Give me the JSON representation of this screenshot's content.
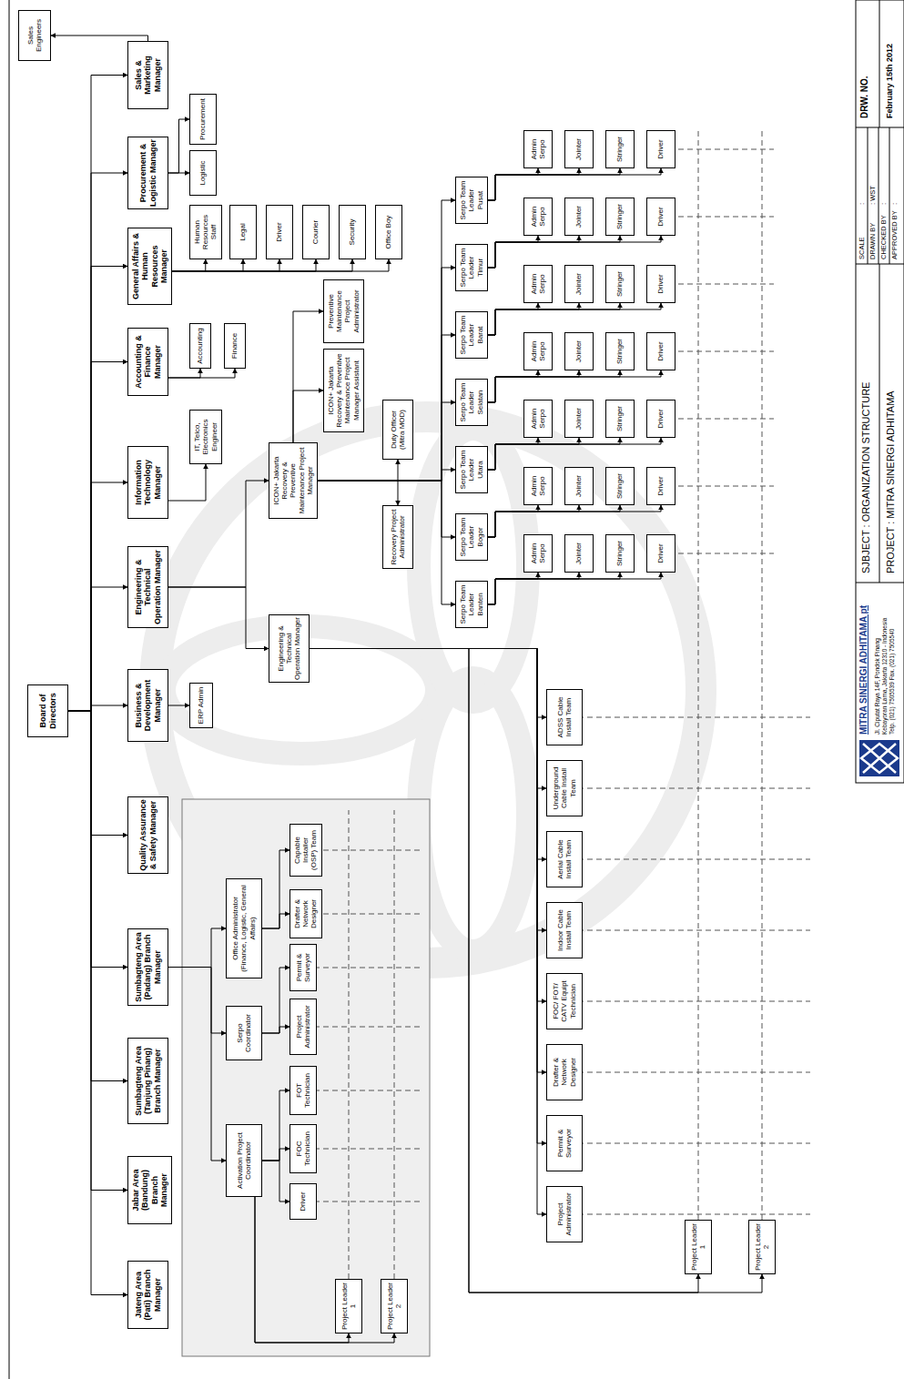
{
  "diagram": {
    "nodes": [
      {
        "text": [
          "Board of Directors"
        ]
      },
      {
        "text": [
          "Jateng Area (Pati) Branch Manager"
        ]
      },
      {
        "text": [
          "Jabar Area (Bandung) Branch Manager"
        ]
      },
      {
        "text": [
          "Sumbagteng Area (Tanjung Pinang) Branch Manager"
        ]
      },
      {
        "text": [
          "Sumbagteng Area (Padang) Branch Manager"
        ]
      },
      {
        "text": [
          "Quality Assurance & Safety Manager"
        ]
      },
      {
        "text": [
          "Business & Development Manager"
        ]
      },
      {
        "text": [
          "Engineering & Technical Operation Manager"
        ]
      },
      {
        "text": [
          "Information Technology Manager"
        ]
      },
      {
        "text": [
          "Accounting & Finance Manager"
        ]
      },
      {
        "text": [
          "General Affairs & Human Resources Manager"
        ]
      },
      {
        "text": [
          "Procurement & Logistic Manager"
        ]
      },
      {
        "text": [
          "Sales & Marketing Manager"
        ]
      },
      {
        "text": [
          "Activation Project Coordinator"
        ]
      },
      {
        "text": [
          "Serpo Coordinator"
        ]
      },
      {
        "text": [
          "Office Administrator (Finance, Logistic, General Affairs)"
        ]
      },
      {
        "text": [
          "Driver"
        ]
      },
      {
        "text": [
          "FOC Technician"
        ]
      },
      {
        "text": [
          "FOT Technician"
        ]
      },
      {
        "text": [
          "Project Administrator"
        ]
      },
      {
        "text": [
          "Permit & Surveyor"
        ]
      },
      {
        "text": [
          "Drafter & Network Designer"
        ]
      },
      {
        "text": [
          "Capable Installer (OSP) Team"
        ]
      },
      {
        "text": [
          "Project Leader 1"
        ]
      },
      {
        "text": [
          "Project Leader 2"
        ]
      },
      {
        "text": [
          "ERP Admin"
        ]
      },
      {
        "text": [
          "ICON+ Jakarta Recovery & Preventive Maintenance Project Manager"
        ]
      },
      {
        "text": [
          "Engineering & Technical Operation Manager"
        ]
      },
      {
        "text": [
          "IT, Telco, Electronics Engineer"
        ]
      },
      {
        "text": [
          "Accounting"
        ]
      },
      {
        "text": [
          "Finance"
        ]
      },
      {
        "text": [
          "Human Resources Staff"
        ]
      },
      {
        "text": [
          "Legal"
        ]
      },
      {
        "text": [
          "Driver"
        ]
      },
      {
        "text": [
          "Courier"
        ]
      },
      {
        "text": [
          "Security"
        ]
      },
      {
        "text": [
          "Office Boy"
        ]
      },
      {
        "text": [
          "Logistic"
        ]
      },
      {
        "text": [
          "Procurement"
        ]
      },
      {
        "text": [
          "Sales Engineers"
        ]
      },
      {
        "text": [
          "Recovery Project Administrator"
        ]
      },
      {
        "text": [
          "Duty Officer (Mitra MOD)"
        ]
      },
      {
        "text": [
          "ICON+ Jakarta Recovery & Preventive Maintenance Project Manager Assistant"
        ]
      },
      {
        "text": [
          "Preventive Maintenance Project Administrator"
        ]
      },
      {
        "text": [
          "Serpo Team Leader Banten"
        ]
      },
      {
        "text": [
          "Serpo Team Leader Bogor"
        ]
      },
      {
        "text": [
          "Serpo Team Leader Utara"
        ]
      },
      {
        "text": [
          "Serpo Team Leader Selatan"
        ]
      },
      {
        "text": [
          "Serpo Team Leader Barat"
        ]
      },
      {
        "text": [
          "Serpo Team Leader Timur"
        ]
      },
      {
        "text": [
          "Serpo Team Leader Pusat"
        ]
      },
      {
        "text": [
          "Admin Serpo"
        ]
      },
      {
        "text": [
          "Jointer"
        ]
      },
      {
        "text": [
          "Stringer"
        ]
      },
      {
        "text": [
          "Driver"
        ]
      },
      {
        "text": [
          "Admin Serpo"
        ]
      },
      {
        "text": [
          "Jointer"
        ]
      },
      {
        "text": [
          "Stringer"
        ]
      },
      {
        "text": [
          "Driver"
        ]
      },
      {
        "text": [
          "Admin Serpo"
        ]
      },
      {
        "text": [
          "Jointer"
        ]
      },
      {
        "text": [
          "Stringer"
        ]
      },
      {
        "text": [
          "Driver"
        ]
      },
      {
        "text": [
          "Admin Serpo"
        ]
      },
      {
        "text": [
          "Jointer"
        ]
      },
      {
        "text": [
          "Stringer"
        ]
      },
      {
        "text": [
          "Driver"
        ]
      },
      {
        "text": [
          "Admin Serpo"
        ]
      },
      {
        "text": [
          "Jointer"
        ]
      },
      {
        "text": [
          "Stringer"
        ]
      },
      {
        "text": [
          "Driver"
        ]
      },
      {
        "text": [
          "Admin Serpo"
        ]
      },
      {
        "text": [
          "Jointer"
        ]
      },
      {
        "text": [
          "Stringer"
        ]
      },
      {
        "text": [
          "Driver"
        ]
      },
      {
        "text": [
          "Admin Serpo"
        ]
      },
      {
        "text": [
          "Jointer"
        ]
      },
      {
        "text": [
          "Stringer"
        ]
      },
      {
        "text": [
          "Driver"
        ]
      },
      {
        "text": [
          "Project Administrator"
        ]
      },
      {
        "text": [
          "Permit & Surveyor"
        ]
      },
      {
        "text": [
          "Drafter & Network Designer"
        ]
      },
      {
        "text": [
          "FOC/ FOT/ CATV Equipt Technician"
        ]
      },
      {
        "text": [
          "Indoor Cable Install Team"
        ]
      },
      {
        "text": [
          "Aerial Cable Install Team"
        ]
      },
      {
        "text": [
          "Underground Cable Install Team"
        ]
      },
      {
        "text": [
          "ADSS Cable Install Team"
        ]
      },
      {
        "text": [
          "Project Leader 1"
        ]
      },
      {
        "text": [
          "Project Leader 2"
        ]
      }
    ],
    "edges": [
      {
        "from": 0,
        "to": 1,
        "arrow": "to"
      },
      {
        "from": 0,
        "to": 2,
        "arrow": "to"
      },
      {
        "from": 0,
        "to": 3,
        "arrow": "to"
      },
      {
        "from": 0,
        "to": 4,
        "arrow": "to"
      },
      {
        "from": 0,
        "to": 5,
        "arrow": "to"
      },
      {
        "from": 0,
        "to": 6,
        "arrow": "to"
      },
      {
        "from": 0,
        "to": 7,
        "arrow": "to"
      },
      {
        "from": 0,
        "to": 8,
        "arrow": "to"
      },
      {
        "from": 0,
        "to": 9,
        "arrow": "to"
      },
      {
        "from": 0,
        "to": 10,
        "arrow": "to"
      },
      {
        "from": 0,
        "to": 11,
        "arrow": "to"
      },
      {
        "from": 0,
        "to": 12,
        "arrow": "to"
      },
      {
        "from": 4,
        "to": 13,
        "arrow": "to"
      },
      {
        "from": 4,
        "to": 14,
        "arrow": "to"
      },
      {
        "from": 4,
        "to": 15,
        "arrow": "to"
      },
      {
        "from": 13,
        "to": 16,
        "arrow": "to"
      },
      {
        "from": 13,
        "to": 17,
        "arrow": "to"
      },
      {
        "from": 13,
        "to": 18,
        "arrow": "to"
      },
      {
        "from": 14,
        "to": 19,
        "arrow": "to"
      },
      {
        "from": 14,
        "to": 20,
        "arrow": "to"
      },
      {
        "from": 15,
        "to": 21,
        "arrow": "to"
      },
      {
        "from": 15,
        "to": 22,
        "arrow": "to"
      },
      {
        "from": 13,
        "to": 23,
        "arrow": "to"
      },
      {
        "from": 13,
        "to": 24,
        "arrow": "to"
      },
      {
        "from": 6,
        "to": 25,
        "arrow": "to"
      },
      {
        "from": 7,
        "to": 26,
        "arrow": "to"
      },
      {
        "from": 7,
        "to": 27,
        "arrow": "to"
      },
      {
        "from": 8,
        "to": 28,
        "arrow": "to"
      },
      {
        "from": 9,
        "to": 29,
        "arrow": "to"
      },
      {
        "from": 9,
        "to": 30,
        "arrow": "to"
      },
      {
        "from": 10,
        "to": 31,
        "arrow": "to"
      },
      {
        "from": 10,
        "to": 32,
        "arrow": "to"
      },
      {
        "from": 10,
        "to": 33,
        "arrow": "to"
      },
      {
        "from": 10,
        "to": 34,
        "arrow": "to"
      },
      {
        "from": 10,
        "to": 35,
        "arrow": "to"
      },
      {
        "from": 10,
        "to": 36,
        "arrow": "to"
      },
      {
        "from": 11,
        "to": 37,
        "arrow": "to"
      },
      {
        "from": 11,
        "to": 38,
        "arrow": "to"
      },
      {
        "from": 12,
        "to": 39,
        "arrow": "to"
      },
      {
        "from": 26,
        "to": 40,
        "arrow": "to"
      },
      {
        "from": 26,
        "to": 41,
        "arrow": "to"
      },
      {
        "from": 26,
        "to": 42,
        "arrow": "to"
      },
      {
        "from": 26,
        "to": 43,
        "arrow": "to"
      },
      {
        "from": 26,
        "to": 44,
        "arrow": "to"
      },
      {
        "from": 26,
        "to": 45,
        "arrow": "to"
      },
      {
        "from": 26,
        "to": 46,
        "arrow": "to"
      },
      {
        "from": 26,
        "to": 47,
        "arrow": "to"
      },
      {
        "from": 26,
        "to": 48,
        "arrow": "to"
      },
      {
        "from": 26,
        "to": 49,
        "arrow": "to"
      },
      {
        "from": 26,
        "to": 50,
        "arrow": "to"
      },
      {
        "from": 44,
        "to": 51,
        "arrow": "to"
      },
      {
        "from": 44,
        "to": 52,
        "arrow": "to"
      },
      {
        "from": 44,
        "to": 53,
        "arrow": "to"
      },
      {
        "from": 44,
        "to": 54,
        "arrow": "to"
      },
      {
        "from": 45,
        "to": 55,
        "arrow": "to"
      },
      {
        "from": 45,
        "to": 56,
        "arrow": "to"
      },
      {
        "from": 45,
        "to": 57,
        "arrow": "to"
      },
      {
        "from": 45,
        "to": 58,
        "arrow": "to"
      },
      {
        "from": 46,
        "to": 59,
        "arrow": "to"
      },
      {
        "from": 46,
        "to": 60,
        "arrow": "to"
      },
      {
        "from": 46,
        "to": 61,
        "arrow": "to"
      },
      {
        "from": 46,
        "to": 62,
        "arrow": "to"
      },
      {
        "from": 47,
        "to": 63,
        "arrow": "to"
      },
      {
        "from": 47,
        "to": 64,
        "arrow": "to"
      },
      {
        "from": 47,
        "to": 65,
        "arrow": "to"
      },
      {
        "from": 47,
        "to": 66,
        "arrow": "to"
      },
      {
        "from": 48,
        "to": 67,
        "arrow": "to"
      },
      {
        "from": 48,
        "to": 68,
        "arrow": "to"
      },
      {
        "from": 48,
        "to": 69,
        "arrow": "to"
      },
      {
        "from": 48,
        "to": 70,
        "arrow": "to"
      },
      {
        "from": 49,
        "to": 71,
        "arrow": "to"
      },
      {
        "from": 49,
        "to": 72,
        "arrow": "to"
      },
      {
        "from": 49,
        "to": 73,
        "arrow": "to"
      },
      {
        "from": 49,
        "to": 74,
        "arrow": "to"
      },
      {
        "from": 50,
        "to": 75,
        "arrow": "to"
      },
      {
        "from": 50,
        "to": 76,
        "arrow": "to"
      },
      {
        "from": 50,
        "to": 77,
        "arrow": "to"
      },
      {
        "from": 50,
        "to": 78,
        "arrow": "to"
      },
      {
        "from": 27,
        "to": 79,
        "arrow": "to"
      },
      {
        "from": 27,
        "to": 80,
        "arrow": "to"
      },
      {
        "from": 27,
        "to": 81,
        "arrow": "to"
      },
      {
        "from": 27,
        "to": 82,
        "arrow": "to"
      },
      {
        "from": 27,
        "to": 83,
        "arrow": "to"
      },
      {
        "from": 27,
        "to": 84,
        "arrow": "to"
      },
      {
        "from": 27,
        "to": 85,
        "arrow": "to"
      },
      {
        "from": 27,
        "to": 86,
        "arrow": "to"
      },
      {
        "from": 27,
        "to": 87,
        "arrow": "to"
      },
      {
        "from": 27,
        "to": 88,
        "arrow": "to"
      }
    ],
    "labels": [
      "MITRA SINERGI ADHITAMA pt",
      "Jl. Ciputat Raya 14F, Pondok Pinang",
      "Kebayoran Lama, Jakarta 12310 - Indonesia",
      "Telp. (021) 7505539 Fax. (021) 7505540",
      "SJBJECT : ORGANIZATION STRUCTURE",
      "PROJECT : MITRA SINERGI ADHITAMA",
      "SCALE",
      ":",
      "DRAWN BY",
      ": WST",
      "CHECKED BY",
      ":",
      "APPROVED BY",
      ":",
      "DRW. NO.",
      "February 15th 2012"
    ]
  }
}
